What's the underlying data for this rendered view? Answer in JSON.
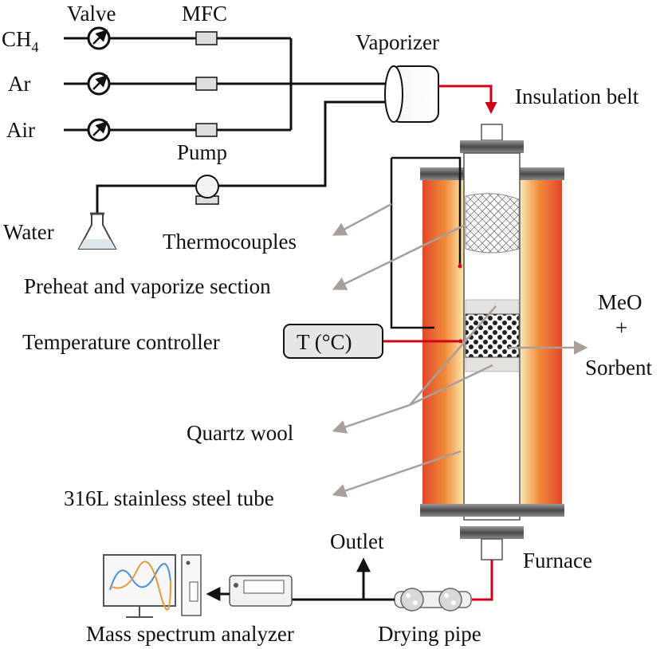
{
  "labels": {
    "ch4_main": "CH",
    "ch4_sub": "4",
    "ar": "Ar",
    "air": "Air",
    "valve": "Valve",
    "mfc": "MFC",
    "vaporizer": "Vaporizer",
    "insulation_belt": "Insulation belt",
    "pump": "Pump",
    "water": "Water",
    "thermocouples": "Thermocouples",
    "preheat": "Preheat and vaporize section",
    "temp_controller": "Temperature controller",
    "temp_box": "T (°C)",
    "meo": "MeO",
    "plus": "+",
    "sorbent": "Sorbent",
    "quartz_wool": "Quartz wool",
    "steel_tube": "316L stainless steel tube",
    "outlet": "Outlet",
    "furnace": "Furnace",
    "mass_spec": "Mass spectrum analyzer",
    "drying_pipe": "Drying pipe"
  },
  "colors": {
    "line": "#111111",
    "hot_line": "#d0021b",
    "arrow_grey": "#a89e9a",
    "furnace_orange": "#e8552a",
    "flange": "#555555",
    "box_fill": "#e8e6e4"
  }
}
